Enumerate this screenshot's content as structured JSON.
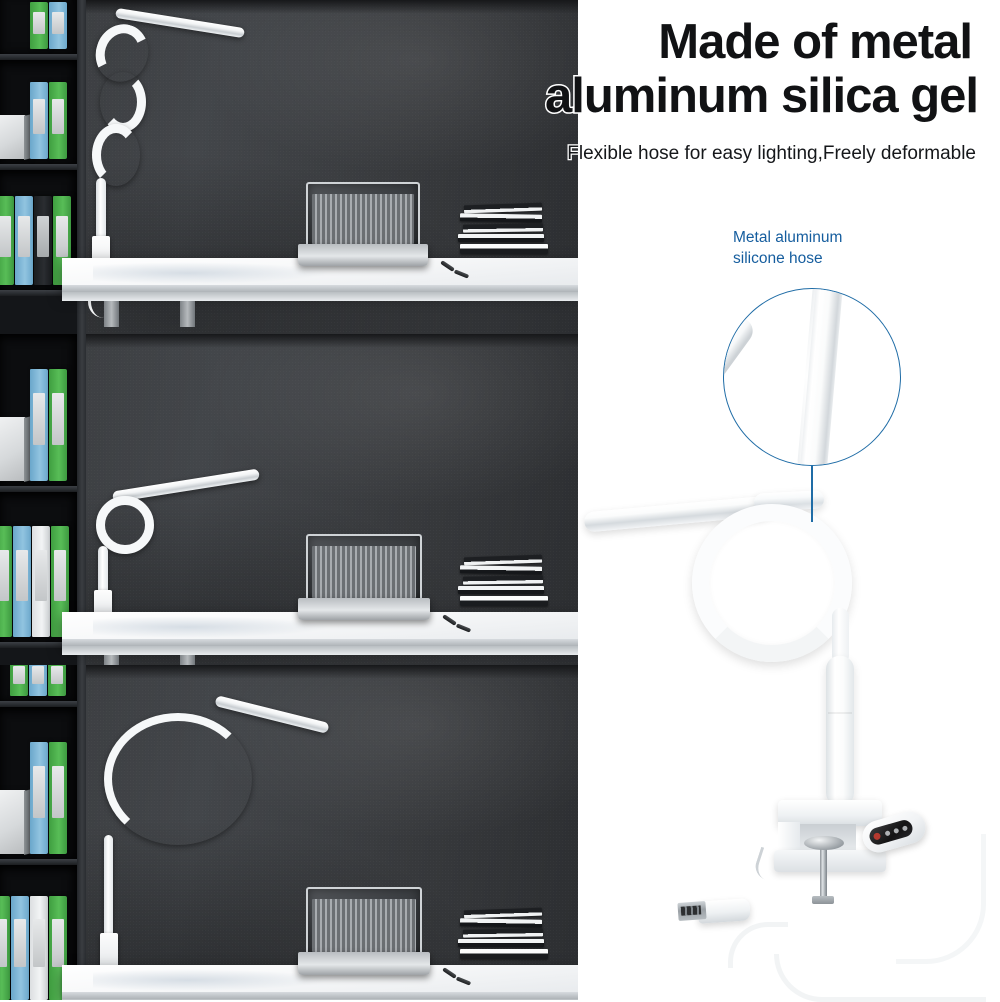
{
  "headline": {
    "line1": "Made of metal",
    "line2": "aluminum silica gel",
    "subtitle": "Flexible hose for easy lighting,Freely deformable"
  },
  "callout": {
    "label_line1": "Metal aluminum",
    "label_line2": "silicone hose",
    "accent_color": "#155d9e",
    "circle_border_color": "#1f6ca6",
    "detail_icon": "magnified-hose-bend"
  },
  "colors": {
    "wall_dark": "#3b3e42",
    "desk_white": "#f7f8f9",
    "bookcase_dark": "#141619",
    "binder_green": "#58bd57",
    "binder_blue": "#91c4e0",
    "binder_white": "#f2f4f5",
    "product_white": "#fbfcfd",
    "background": "#ffffff",
    "text_dark": "#111214"
  },
  "photos": [
    {
      "id": "panel-1",
      "caption_shape": "s-curve-gooseneck",
      "scene_items": [
        "bookcase",
        "binders",
        "box-file",
        "white-desk",
        "laptop",
        "book-stack",
        "pens",
        "clamp-lamp"
      ]
    },
    {
      "id": "panel-2",
      "caption_shape": "coiled-loop-gooseneck",
      "scene_items": [
        "bookcase",
        "binders",
        "box-file",
        "white-desk",
        "laptop",
        "book-stack",
        "pens",
        "clamp-lamp"
      ]
    },
    {
      "id": "panel-3",
      "caption_shape": "arc-curve-gooseneck",
      "scene_items": [
        "bookcase",
        "binders",
        "box-file",
        "white-desk",
        "laptop",
        "book-stack",
        "pens",
        "clamp-lamp"
      ]
    }
  ],
  "product": {
    "name": "clamp-gooseneck-led-desk-lamp",
    "parts": [
      "led-light-bar",
      "flexible-silicone-hose-loop",
      "vertical-stem",
      "c-clamp",
      "clamp-screw-knob",
      "inline-touch-controller",
      "usb-cable",
      "usb-a-plug"
    ],
    "controller_indicator_color": "#b5392f"
  },
  "shelves": [
    {
      "binders": [
        "green",
        "blue",
        "dark",
        "green"
      ]
    },
    {
      "binders": [
        "green",
        "blue",
        "white",
        "green"
      ]
    },
    {
      "binders": [
        "blue",
        "green"
      ]
    }
  ]
}
